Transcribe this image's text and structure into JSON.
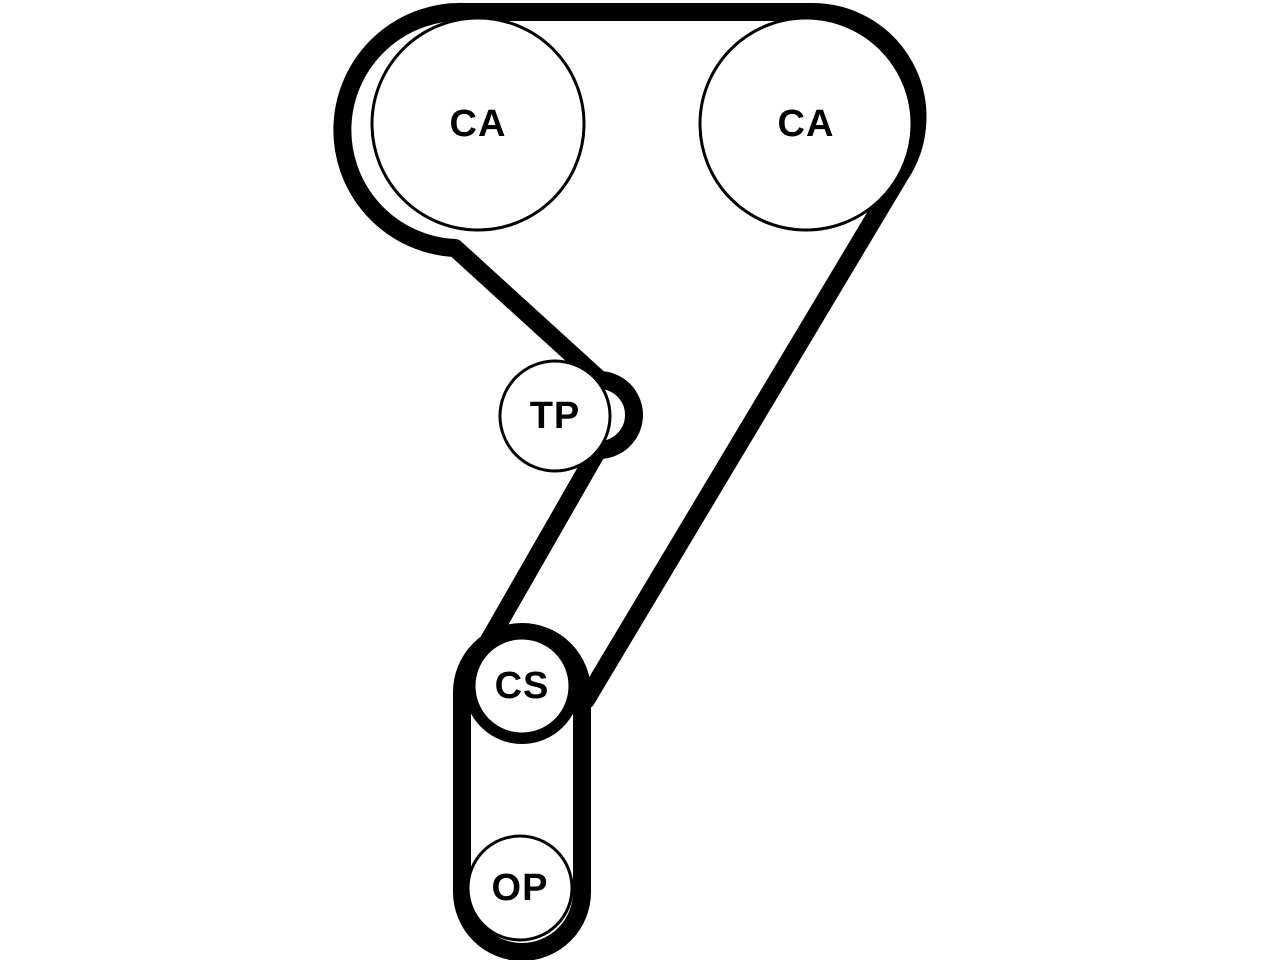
{
  "diagram": {
    "pulleys": [
      {
        "id": "camshaft-left",
        "label": "CA"
      },
      {
        "id": "camshaft-right",
        "label": "CA"
      },
      {
        "id": "tensioner",
        "label": "TP"
      },
      {
        "id": "crankshaft",
        "label": "CS"
      },
      {
        "id": "oil-pump",
        "label": "OP"
      }
    ],
    "colors": {
      "belt": "#000000",
      "pulley_fill": "#ffffff",
      "pulley_stroke": "#000000",
      "background": "#ffffff"
    }
  }
}
